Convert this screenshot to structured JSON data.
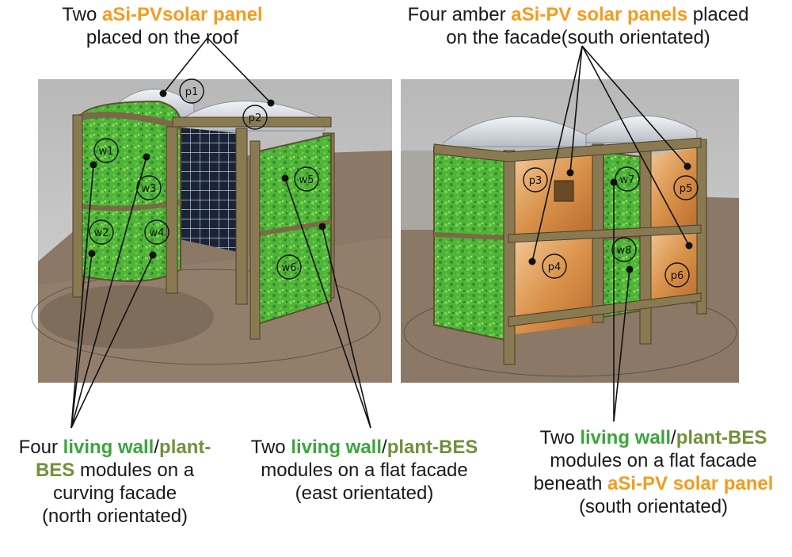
{
  "captions": {
    "roof": {
      "l1_a": "Two ",
      "l1_b": "aSi-PVsolar panel",
      "l2": "placed on the roof"
    },
    "facade_pv": {
      "l1_a": "Four amber ",
      "l1_b": "aSi-PV solar panels",
      "l1_c": " placed",
      "l2": "on the facade(south orientated)"
    },
    "north": {
      "l1_a": "Four ",
      "l1_b": "living wall",
      "l1_c": "/",
      "l1_d": "plant-",
      "l2_a": "BES",
      "l2_b": " modules on a",
      "l3": "curving facade",
      "l4": "(north orientated)"
    },
    "east": {
      "l1_a": "Two ",
      "l1_b": "living wall",
      "l1_c": "/",
      "l1_d": "plant-BES",
      "l2": "modules on a flat facade",
      "l3": "(east orientated)"
    },
    "south": {
      "l1_a": "Two ",
      "l1_b": "living wall",
      "l1_c": "/",
      "l1_d": "plant-BES",
      "l2": "modules on a flat facade",
      "l3_a": "beneath ",
      "l3_b": "aSi-PV solar panel",
      "l4": "(south orientated)"
    }
  },
  "markers": {
    "p1": "p1",
    "p2": "p2",
    "p3": "p3",
    "p4": "p4",
    "p5": "p5",
    "p6": "p6",
    "w1": "w1",
    "w2": "w2",
    "w3": "w3",
    "w4": "w4",
    "w5": "w5",
    "w6": "w6",
    "w7": "w7",
    "w8": "w8"
  },
  "colors": {
    "pv_orange": "#f59b1d",
    "living_green": "#3aa63a",
    "bes_olive": "#70913a"
  }
}
